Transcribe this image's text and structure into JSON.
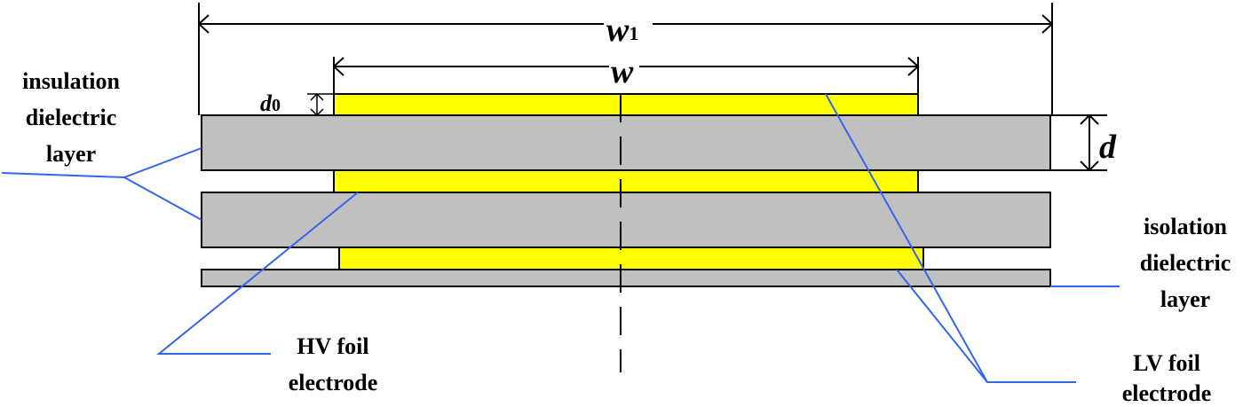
{
  "diagram": {
    "type": "cross-section schematic",
    "colors": {
      "dielectric": "#c0c0c0",
      "foil": "#ffff00",
      "leader": "#3366ee",
      "outline": "#000000"
    },
    "dimensions": {
      "w1": {
        "symbol": "w",
        "subscript": "1"
      },
      "w": {
        "symbol": "w"
      },
      "d0": {
        "symbol": "d",
        "subscript": "0"
      },
      "d": {
        "symbol": "d"
      }
    },
    "labels": {
      "insulation": {
        "line1": "insulation",
        "line2": "dielectric",
        "line3": "layer"
      },
      "isolation": {
        "line1": "isolation",
        "line2": "dielectric",
        "line3": "layer"
      },
      "hv_foil": {
        "line1": "HV foil",
        "line2": "electrode"
      },
      "lv_foil": {
        "line1": "LV foil",
        "line2": "electrode"
      }
    },
    "layers": [
      {
        "kind": "foil",
        "name": "LV foil (top)"
      },
      {
        "kind": "dielectric",
        "name": "insulation dielectric layer 1"
      },
      {
        "kind": "foil",
        "name": "HV foil (middle)"
      },
      {
        "kind": "dielectric",
        "name": "insulation dielectric layer 2"
      },
      {
        "kind": "foil",
        "name": "LV foil (bottom)"
      },
      {
        "kind": "dielectric",
        "name": "isolation dielectric layer"
      }
    ]
  }
}
